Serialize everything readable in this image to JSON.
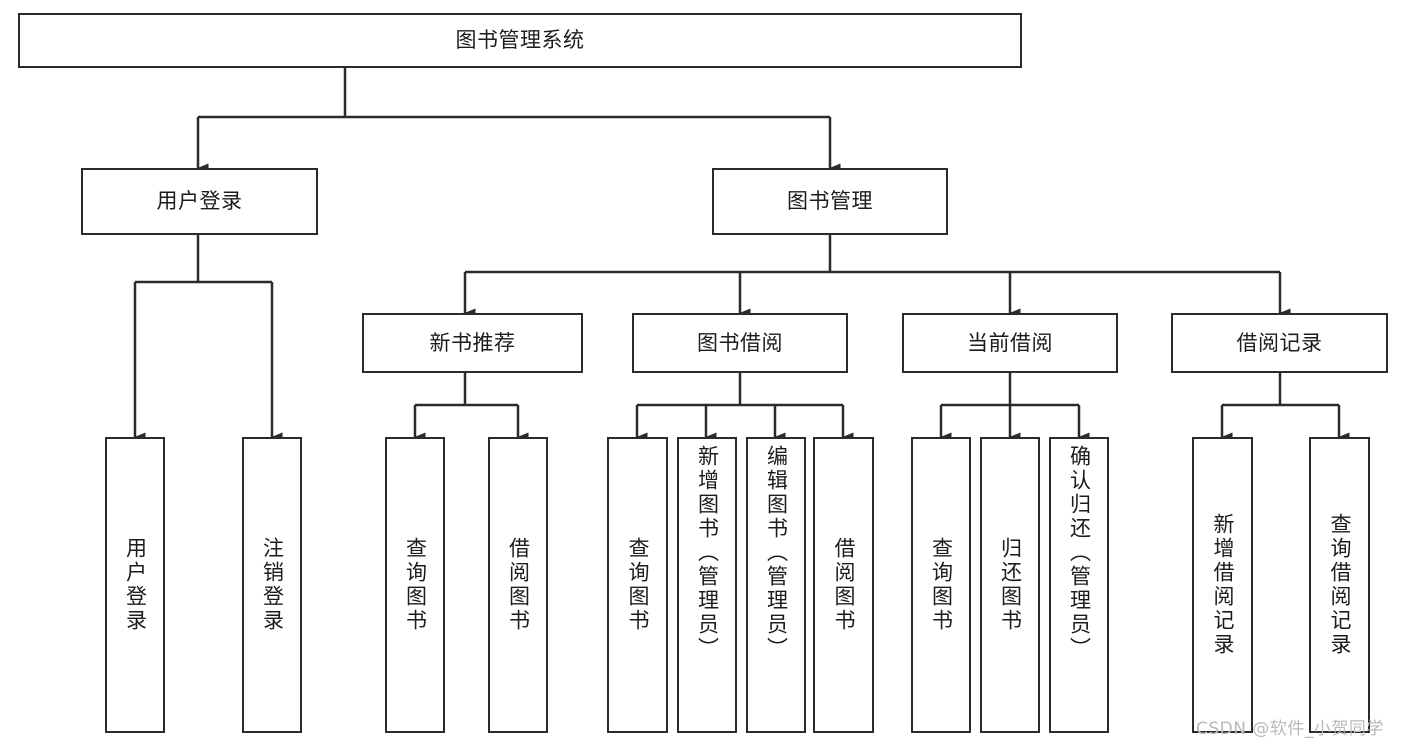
{
  "diagram": {
    "title": "图书管理系统",
    "watermark": "CSDN @软件_小贺同学",
    "type": "tree-hierarchy-diagram",
    "colors": {
      "border": "#2b2b2b",
      "background": "#ffffff",
      "text": "#1c1c1c",
      "watermark": "#b9b9b9"
    },
    "levels": {
      "root": {
        "label": "图书管理系统"
      },
      "level2": [
        {
          "label": "用户登录"
        },
        {
          "label": "图书管理"
        }
      ],
      "level3": [
        {
          "label": "新书推荐"
        },
        {
          "label": "图书借阅"
        },
        {
          "label": "当前借阅"
        },
        {
          "label": "借阅记录"
        }
      ],
      "leaves": {
        "user_login": [
          {
            "label": "用户登录"
          },
          {
            "label": "注销登录"
          }
        ],
        "new_book_recommend": [
          {
            "label": "查询图书"
          },
          {
            "label": "借阅图书"
          }
        ],
        "book_borrow": [
          {
            "label": "查询图书"
          },
          {
            "label": "新增图书（管理员）"
          },
          {
            "label": "编辑图书（管理员）"
          },
          {
            "label": "借阅图书"
          }
        ],
        "current_borrow": [
          {
            "label": "查询图书"
          },
          {
            "label": "归还图书"
          },
          {
            "label": "确认归还（管理员）"
          }
        ],
        "borrow_record": [
          {
            "label": "新增借阅记录"
          },
          {
            "label": "查询借阅记录"
          }
        ]
      }
    }
  }
}
